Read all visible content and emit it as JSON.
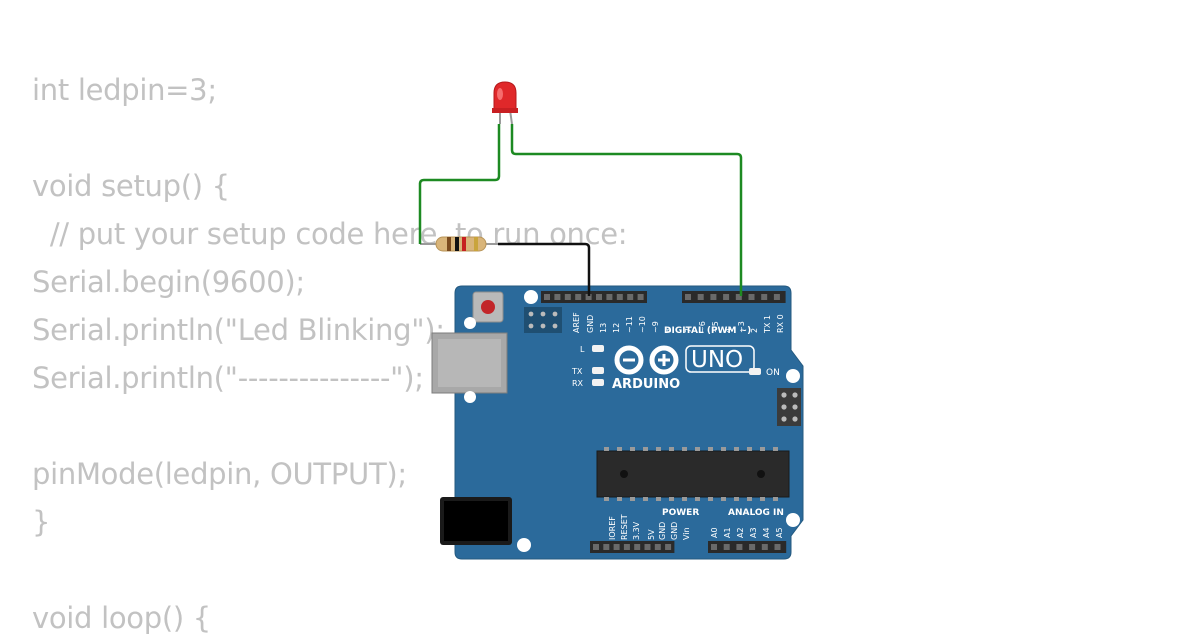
{
  "code_lines": [
    "int ledpin=3;",
    "",
    "void setup() {",
    "  // put your setup code here, to run once:",
    "Serial.begin(9600);",
    "Serial.println(\"Led Blinking\");",
    "Serial.println(\"---------------\");",
    "",
    "pinMode(ledpin, OUTPUT);",
    "}",
    "",
    "void loop() {"
  ],
  "board": {
    "brand": "ARDUINO",
    "model": "UNO",
    "digital_label": "DIGITAL (PWM ~)",
    "power_label": "POWER",
    "analog_label": "ANALOG IN",
    "on_label": "ON",
    "l_label": "L",
    "tx_label": "TX",
    "rx_label": "RX",
    "digital_pins": [
      "AREF",
      "GND",
      "13",
      "12",
      "~11",
      "~10",
      "~9",
      "8",
      "7",
      "~6",
      "~5",
      "4",
      "~3",
      "2",
      "TX 1",
      "RX 0"
    ],
    "power_pins": [
      "IOREF",
      "RESET",
      "3.3V",
      "5V",
      "GND",
      "GND",
      "Vin"
    ],
    "analog_pins": [
      "A0",
      "A1",
      "A2",
      "A3",
      "A4",
      "A5"
    ]
  },
  "colors": {
    "code_text": "#c2c2c2",
    "board": "#2b6a9b",
    "wire_signal": "#1d8a22",
    "wire_ground": "#111111",
    "led": "#e0282a"
  }
}
